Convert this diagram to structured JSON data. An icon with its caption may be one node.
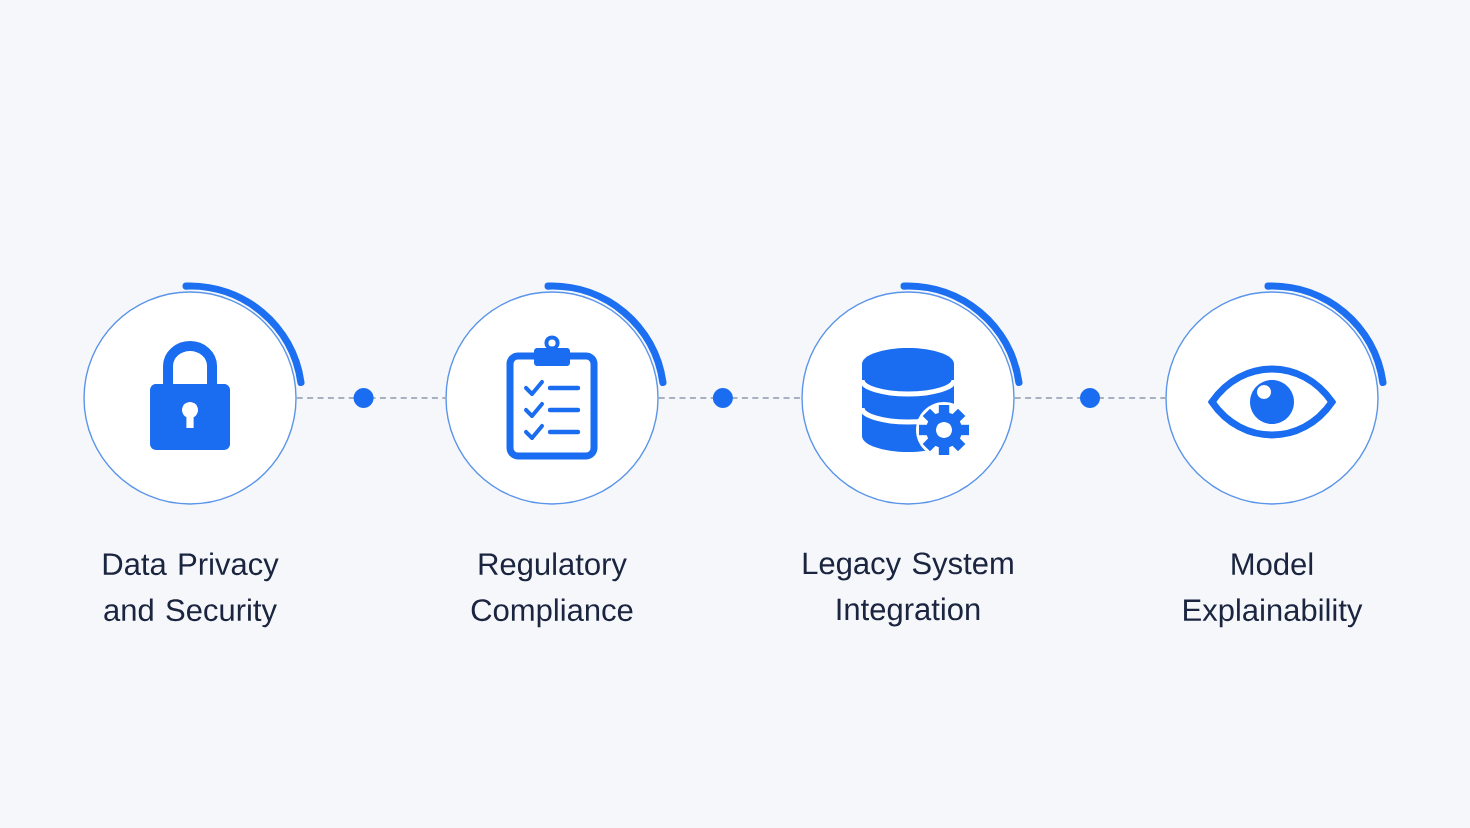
{
  "diagram": {
    "nodes": [
      {
        "text": [
          "Data Privacy and Security"
        ]
      },
      {
        "text": [
          "Regulatory Compliance"
        ]
      },
      {
        "text": [
          "Legacy System Integration"
        ]
      },
      {
        "text": [
          "Model Explainability"
        ]
      }
    ],
    "edges": [
      {
        "from": 0,
        "to": 1,
        "arrow": "none",
        "style": "dashed"
      },
      {
        "from": 1,
        "to": 2,
        "arrow": "none",
        "style": "dashed"
      },
      {
        "from": 2,
        "to": 3,
        "arrow": "none",
        "style": "dashed"
      }
    ]
  }
}
